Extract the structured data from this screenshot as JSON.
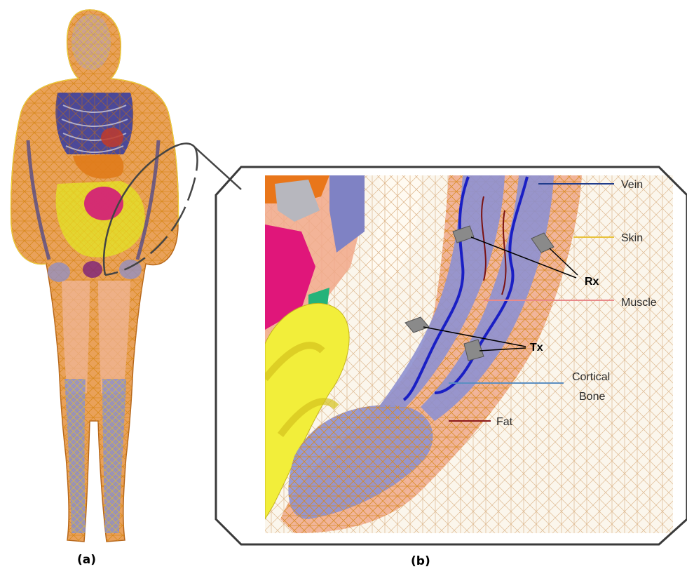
{
  "figure": {
    "caption_a": "(a)",
    "caption_b": "(b)"
  },
  "labels": {
    "vein": "Vein",
    "skin": "Skin",
    "rx": "Rx",
    "muscle": "Muscle",
    "tx": "Tx",
    "cortical_bone_line1": "Cortical",
    "cortical_bone_line2": "Bone",
    "fat": "Fat"
  },
  "colors": {
    "vein": "#1f3c8c",
    "skin": "#e8c23a",
    "muscle": "#e98a8a",
    "cortical_bone": "#5b8fc2",
    "fat": "#8b1a1a",
    "mesh": "#c9741f",
    "frame": "#3a3a3a",
    "antenna": "#8a8a8a"
  },
  "icons": {
    "antenna": "antenna-patch-icon"
  }
}
